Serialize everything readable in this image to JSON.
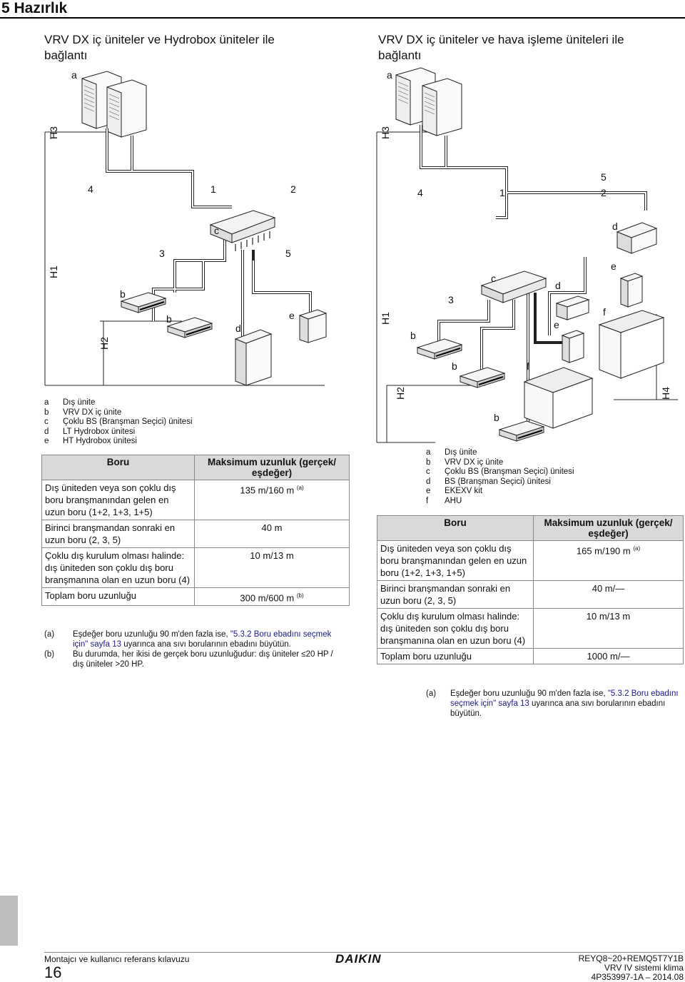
{
  "header": {
    "title": "5 Hazırlık"
  },
  "left": {
    "title_line1": "VRV DX iç üniteler ve Hydrobox üniteler ile",
    "title_line2": "bağlantı",
    "diagram_labels": {
      "a": "a",
      "b": "b",
      "c": "c",
      "d": "d",
      "e": "e",
      "h1": "H1",
      "h2": "H2",
      "h3": "H3",
      "n1": "1",
      "n2": "2",
      "n3": "3",
      "n4": "4",
      "n5": "5"
    },
    "legend": [
      {
        "k": "a",
        "v": "Dış ünite"
      },
      {
        "k": "b",
        "v": "VRV DX iç ünite"
      },
      {
        "k": "c",
        "v": "Çoklu BS (Branşman Seçici) ünitesi"
      },
      {
        "k": "d",
        "v": "LT Hydrobox ünitesi"
      },
      {
        "k": "e",
        "v": "HT Hydrobox ünitesi"
      }
    ],
    "table": {
      "h1": "Boru",
      "h2": "Maksimum uzunluk (gerçek/ eşdeğer)",
      "rows": [
        {
          "c1": "Dış üniteden veya son çoklu dış boru branşmanından gelen en uzun boru (1+2, 1+3, 1+5)",
          "c2": "135 m/160 m",
          "sup": "(a)"
        },
        {
          "c1": "Birinci branşmandan sonraki en uzun boru (2, 3, 5)",
          "c2": "40 m",
          "sup": ""
        },
        {
          "c1": "Çoklu dış kurulum olması halinde: dış üniteden son çoklu dış boru branşmanına olan en uzun boru (4)",
          "c2": "10 m/13 m",
          "sup": ""
        }
      ],
      "total_label": "Toplam boru uzunluğu",
      "total_value": "300 m/600 m",
      "total_sup": "(b)"
    },
    "notes": {
      "a_key": "(a)",
      "a_pre": "Eşdeğer boru uzunluğu 90 m'den fazla ise, ",
      "a_link": "\"5.3.2 Boru ebadını seçmek için\" sayfa 13",
      "a_post": " uyarınca ana sıvı borularının ebadını büyütün.",
      "b_key": "(b)",
      "b_text": "Bu durumda, her ikisi de gerçek boru uzunluğudur: dış üniteler ≤20 HP / dış üniteler >20 HP."
    }
  },
  "right": {
    "title_line1": "VRV DX iç üniteler ve hava işleme üniteleri ile",
    "title_line2": "bağlantı",
    "diagram_labels": {
      "a": "a",
      "b": "b",
      "c": "c",
      "d": "d",
      "e": "e",
      "f": "f",
      "h1": "H1",
      "h2": "H2",
      "h3": "H3",
      "h4": "H4",
      "n1": "1",
      "n2": "2",
      "n3": "3",
      "n4": "4",
      "n5": "5"
    },
    "legend": [
      {
        "k": "a",
        "v": "Dış ünite"
      },
      {
        "k": "b",
        "v": "VRV DX iç ünite"
      },
      {
        "k": "c",
        "v": "Çoklu BS (Branşman Seçici) ünitesi"
      },
      {
        "k": "d",
        "v": "BS (Branşman Seçici) ünitesi"
      },
      {
        "k": "e",
        "v": "EKEXV kit"
      },
      {
        "k": "f",
        "v": "AHU"
      }
    ],
    "table": {
      "h1": "Boru",
      "h2": "Maksimum uzunluk (gerçek/ eşdeğer)",
      "rows": [
        {
          "c1": "Dış üniteden veya son çoklu dış boru branşmanından gelen en uzun boru (1+2, 1+3, 1+5)",
          "c2": "165 m/190 m",
          "sup": "(a)"
        },
        {
          "c1": "Birinci branşmandan sonraki en uzun boru (2, 3, 5)",
          "c2": "40 m/—",
          "sup": ""
        },
        {
          "c1": "Çoklu dış kurulum olması halinde: dış üniteden son çoklu dış boru branşmanına olan en uzun boru (4)",
          "c2": "10 m/13 m",
          "sup": ""
        }
      ],
      "total_label": "Toplam boru uzunluğu",
      "total_value": "1000 m/—",
      "total_sup": ""
    },
    "notes": {
      "a_key": "(a)",
      "a_pre": "Eşdeğer boru uzunluğu 90 m'den fazla ise, ",
      "a_link": "\"5.3.2 Boru ebadını seçmek için\" sayfa 13",
      "a_post": " uyarınca ana sıvı borularının ebadını büyütün."
    }
  },
  "footer": {
    "left_title": "Montajcı ve kullanıcı referans kılavuzu",
    "page": "16",
    "brand": "DAIKIN",
    "model": "REYQ8~20+REMQ5T7Y1B",
    "system": "VRV IV sistemi klima",
    "doc": "4P353997-1A – 2014.08"
  }
}
